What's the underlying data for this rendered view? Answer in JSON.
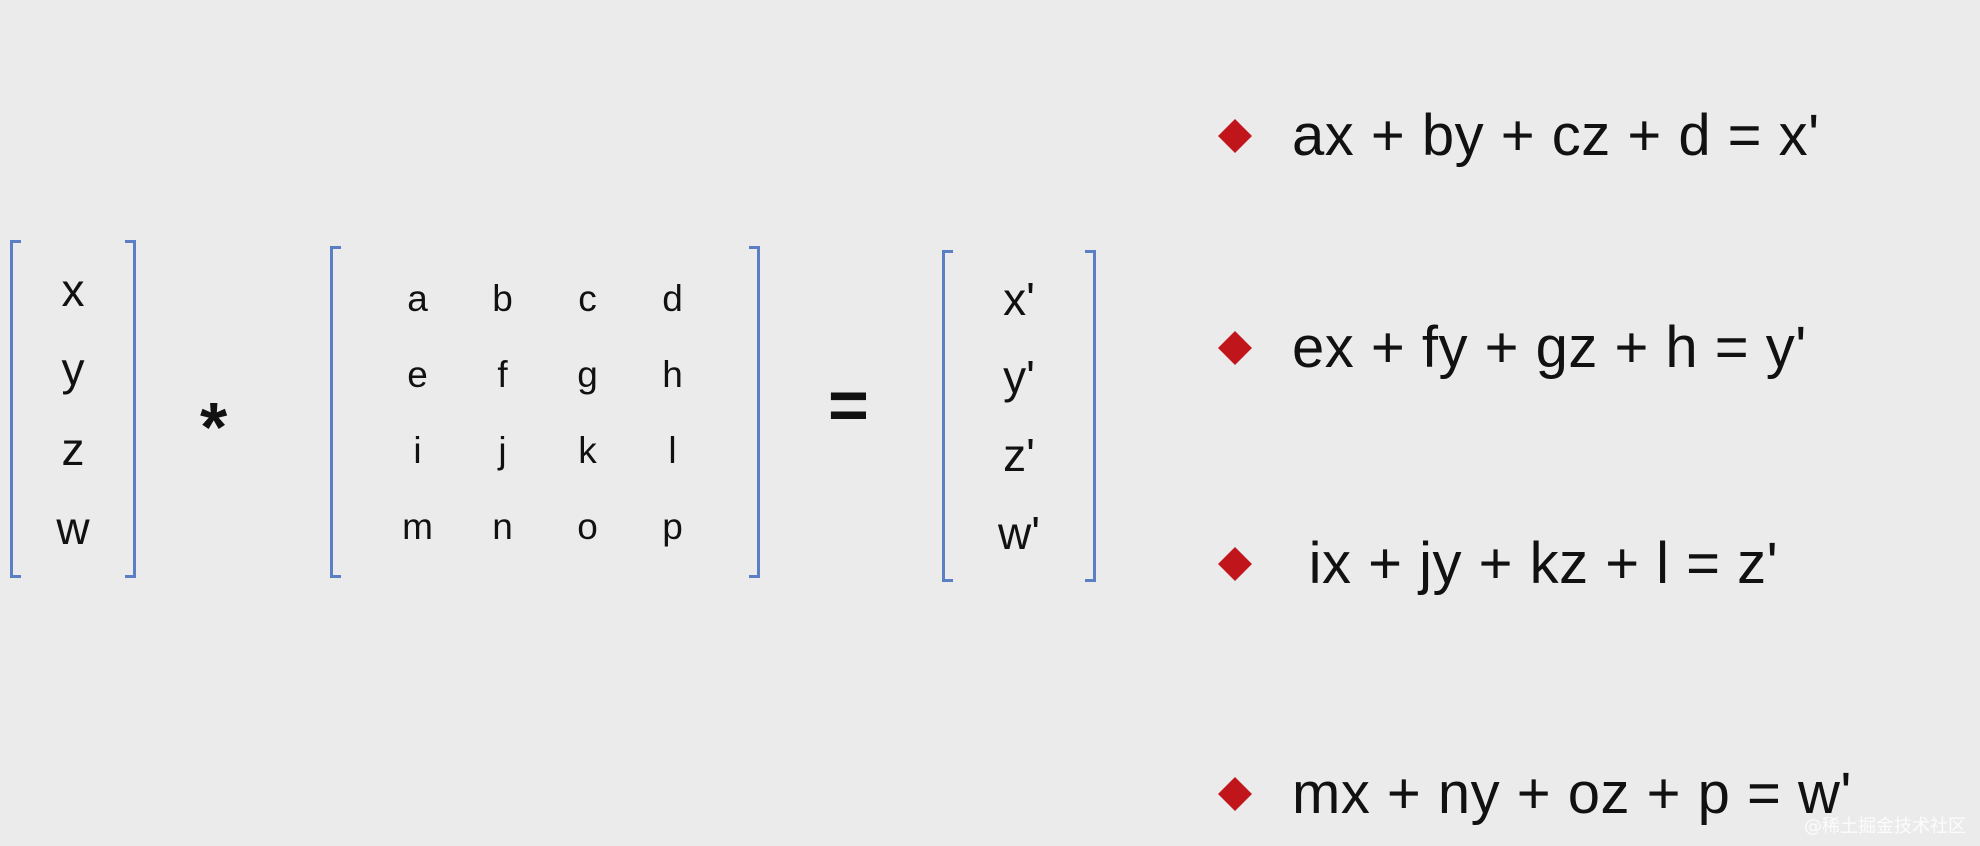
{
  "input_vector": [
    "x",
    "y",
    "z",
    "w"
  ],
  "operator_multiply": "*",
  "matrix": [
    [
      "a",
      "b",
      "c",
      "d"
    ],
    [
      "e",
      "f",
      "g",
      "h"
    ],
    [
      "i",
      "j",
      "k",
      "l"
    ],
    [
      "m",
      "n",
      "o",
      "p"
    ]
  ],
  "operator_equals": "=",
  "output_vector": [
    "x'",
    "y'",
    "z'",
    "w'"
  ],
  "equations": [
    "ax + by + cz + d = x'",
    "ex + fy + gz + h = y'",
    " ix + jy + kz + l = z'",
    "mx + ny + oz + p = w'"
  ],
  "bullet_icon": "diamond-icon",
  "colors": {
    "background": "#ebebeb",
    "bracket": "#5b7fc4",
    "bullet": "#c0161b",
    "text": "#111111"
  },
  "watermark": "@稀土掘金技术社区"
}
